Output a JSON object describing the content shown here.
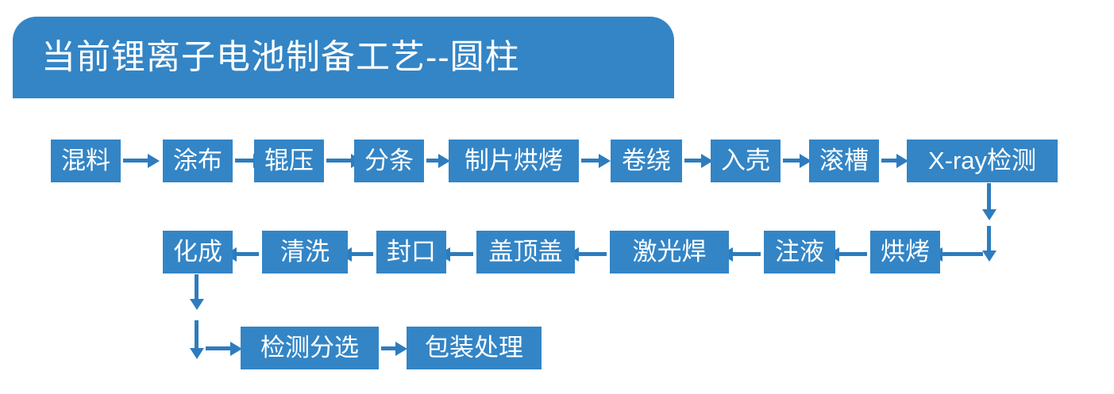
{
  "title": {
    "text": "当前锂离子电池制备工艺--圆柱"
  },
  "colors": {
    "box_fill": "#3385C6",
    "arrow": "#2E7CBE",
    "box_text": "#FFFFFF",
    "background": "#FFFFFF"
  },
  "flow": {
    "row1": [
      {
        "label": "混料"
      },
      {
        "label": "涂布"
      },
      {
        "label": "辊压"
      },
      {
        "label": "分条"
      },
      {
        "label": "制片烘烤"
      },
      {
        "label": "卷绕"
      },
      {
        "label": "入壳"
      },
      {
        "label": "滚槽"
      },
      {
        "label": "X-ray检测"
      }
    ],
    "row2": [
      {
        "label": "化成"
      },
      {
        "label": "清洗"
      },
      {
        "label": "封口"
      },
      {
        "label": "盖顶盖"
      },
      {
        "label": "激光焊"
      },
      {
        "label": "注液"
      },
      {
        "label": "烘烤"
      }
    ],
    "row3": [
      {
        "label": "检测分选"
      },
      {
        "label": "包装处理"
      }
    ]
  },
  "connectors": {
    "row1_to_row2": "down-arrow-from-xray-detection",
    "row2_to_row3": "down-arrow-from-formation",
    "direction_row1": "left-to-right",
    "direction_row2": "right-to-left",
    "direction_row3": "left-to-right"
  }
}
